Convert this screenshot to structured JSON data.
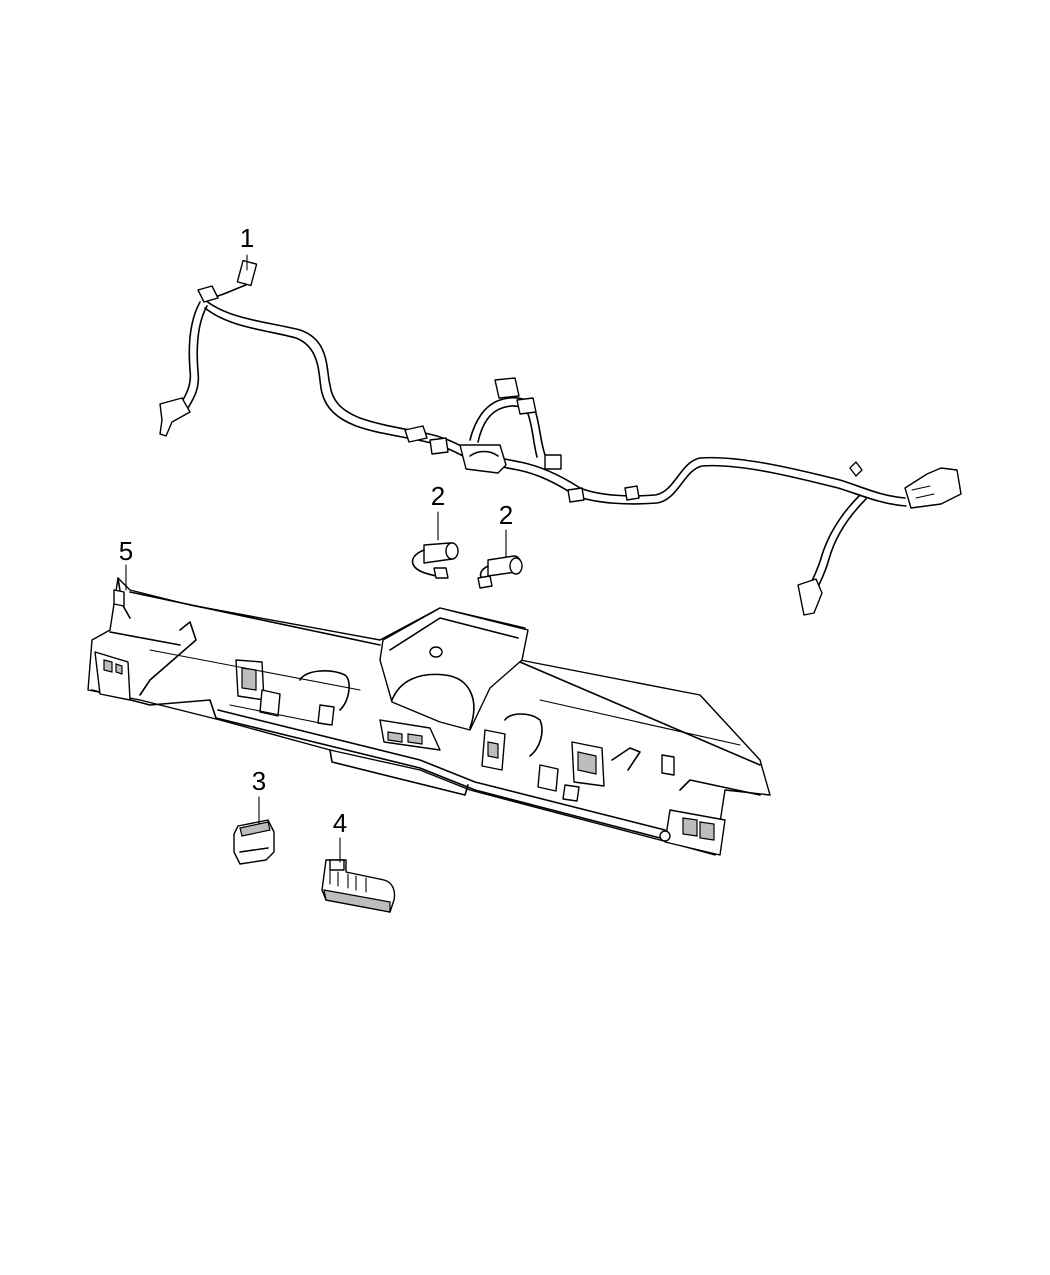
{
  "callouts": [
    {
      "id": "c1",
      "label": "1"
    },
    {
      "id": "c2a",
      "label": "2"
    },
    {
      "id": "c2b",
      "label": "2"
    },
    {
      "id": "c3",
      "label": "3"
    },
    {
      "id": "c4",
      "label": "4"
    },
    {
      "id": "c5",
      "label": "5"
    }
  ],
  "colors": {
    "line": "#000000",
    "background": "#ffffff",
    "shade": "#bdbdbd"
  }
}
